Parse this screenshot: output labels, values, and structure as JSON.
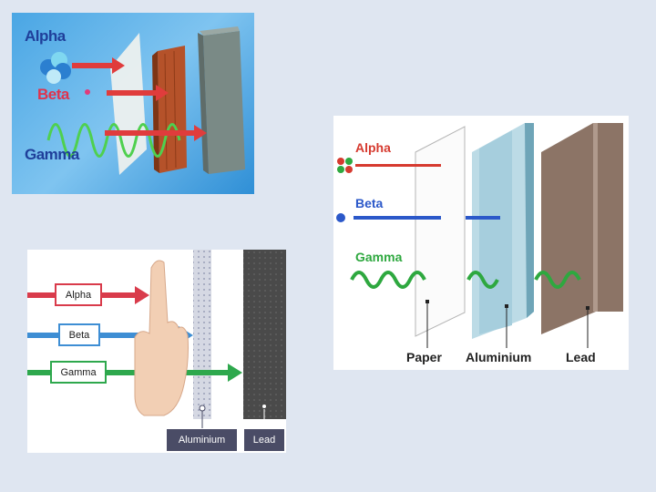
{
  "panel_1": {
    "labels": {
      "alpha": "Alpha",
      "beta": "Beta",
      "gamma": "Gamma"
    },
    "colors": {
      "alpha_text": "#1f3f9a",
      "beta_text": "#e0334d",
      "gamma_text": "#2e8b3a",
      "arrow": "#e03c3c"
    }
  },
  "panel_2": {
    "labels": {
      "alpha": "Alpha",
      "beta": "Beta",
      "gamma": "Gamma"
    },
    "materials": {
      "paper": "Paper",
      "aluminium": "Aluminium",
      "lead": "Lead"
    },
    "colors": {
      "alpha": "#d63a2f",
      "beta": "#2b58c9",
      "gamma": "#2ea83f",
      "lead": "#8c7466"
    }
  },
  "panel_3": {
    "labels": {
      "alpha": "Alpha",
      "beta": "Beta",
      "gamma": "Gamma"
    },
    "materials": {
      "aluminium": "Aluminium",
      "lead": "Lead"
    },
    "colors": {
      "alpha": "#d93b4b",
      "beta": "#3e8ed4",
      "gamma": "#2ea84d",
      "label_bg": "#4a4c66"
    }
  }
}
